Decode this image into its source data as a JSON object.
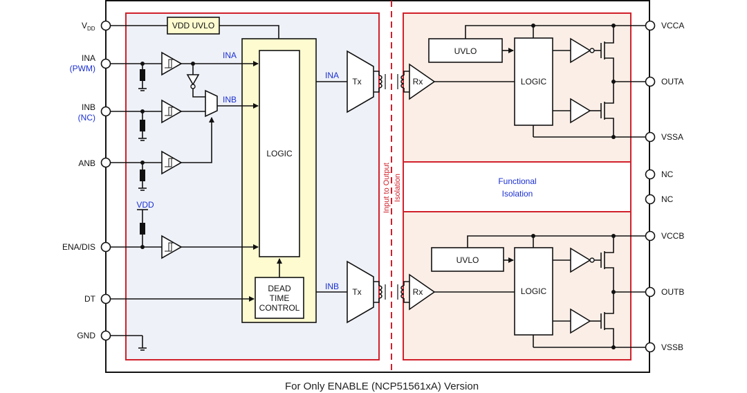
{
  "pins_left": {
    "vdd": "V",
    "vdd_sub": "DD",
    "ina": "INA",
    "ina_alt": "(PWM)",
    "inb": "INB",
    "inb_alt": "(NC)",
    "anb": "ANB",
    "ena": "ENA/DIS",
    "dt": "DT",
    "gnd": "GND"
  },
  "pins_right": {
    "vcca": "VCCA",
    "outa": "OUTA",
    "vssa": "VSSA",
    "nc1": "NC",
    "nc2": "NC",
    "vccb": "VCCB",
    "outb": "OUTB",
    "vssb": "VSSB"
  },
  "blocks": {
    "vdd_uvlo": "VDD UVLO",
    "logic_in": "LOGIC",
    "dtc_1": "DEAD",
    "dtc_2": "TIME",
    "dtc_3": "CONTROL",
    "tx": "Tx",
    "rx": "Rx",
    "uvlo": "UVLO",
    "logic_out": "LOGIC"
  },
  "signals": {
    "ina": "INA",
    "inb": "INB",
    "vdd": "VDD"
  },
  "isolation": {
    "line1": "Input to Output",
    "line2": "Isolation",
    "functional1": "Functional",
    "functional2": "Isolation"
  },
  "caption": "For Only ENABLE (NCP51561xA) Version",
  "colors": {
    "input_fill": "#eef1f7",
    "output_fill": "#fbeee6",
    "logic_fill": "#fdfbcf",
    "isolation_red": "#d0202a",
    "signal_blue": "#1a2fd1"
  }
}
